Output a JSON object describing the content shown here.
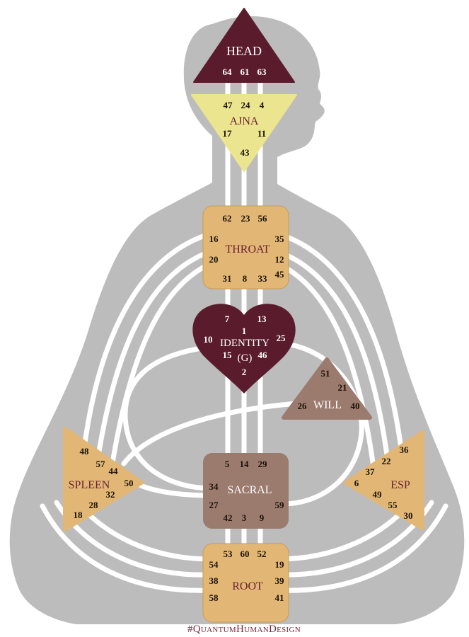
{
  "colors": {
    "silhouette": "#bcbcbd",
    "head_fill": "#5a1c2c",
    "ajna_fill": "#ece58f",
    "tan_fill": "#e2b776",
    "tan_stroke": "#c89a55",
    "sacral_fill": "#9c7b6f",
    "will_fill": "#9c7b6f",
    "g_fill": "#5a1c2c",
    "channel": "#ffffff",
    "title_maroon": "#6b2233"
  },
  "centers": {
    "head": {
      "label": "HEAD",
      "gates": [
        "64",
        "61",
        "63"
      ]
    },
    "ajna": {
      "label": "AJNA",
      "gates": [
        "47",
        "24",
        "4",
        "17",
        "11",
        "43"
      ]
    },
    "throat": {
      "label": "THROAT",
      "gates": [
        "62",
        "23",
        "56",
        "16",
        "35",
        "20",
        "12",
        "45",
        "31",
        "8",
        "33"
      ]
    },
    "identity": {
      "label": "IDENTITY",
      "sublabel": "(G)",
      "gates": [
        "7",
        "13",
        "1",
        "10",
        "25",
        "15",
        "46",
        "2"
      ]
    },
    "will": {
      "label": "WILL",
      "gates": [
        "51",
        "21",
        "26",
        "40"
      ]
    },
    "spleen": {
      "label": "SPLEEN",
      "gates": [
        "48",
        "57",
        "44",
        "50",
        "32",
        "28",
        "18"
      ]
    },
    "sacral": {
      "label": "SACRAL",
      "gates": [
        "5",
        "14",
        "29",
        "34",
        "27",
        "59",
        "42",
        "3",
        "9"
      ]
    },
    "esp": {
      "label": "ESP",
      "gates": [
        "36",
        "22",
        "37",
        "6",
        "49",
        "55",
        "30"
      ]
    },
    "root": {
      "label": "ROOT",
      "gates": [
        "53",
        "60",
        "52",
        "54",
        "19",
        "38",
        "39",
        "58",
        "41"
      ]
    }
  },
  "footer": {
    "hashtag": "#QuantumHumanDesign"
  }
}
